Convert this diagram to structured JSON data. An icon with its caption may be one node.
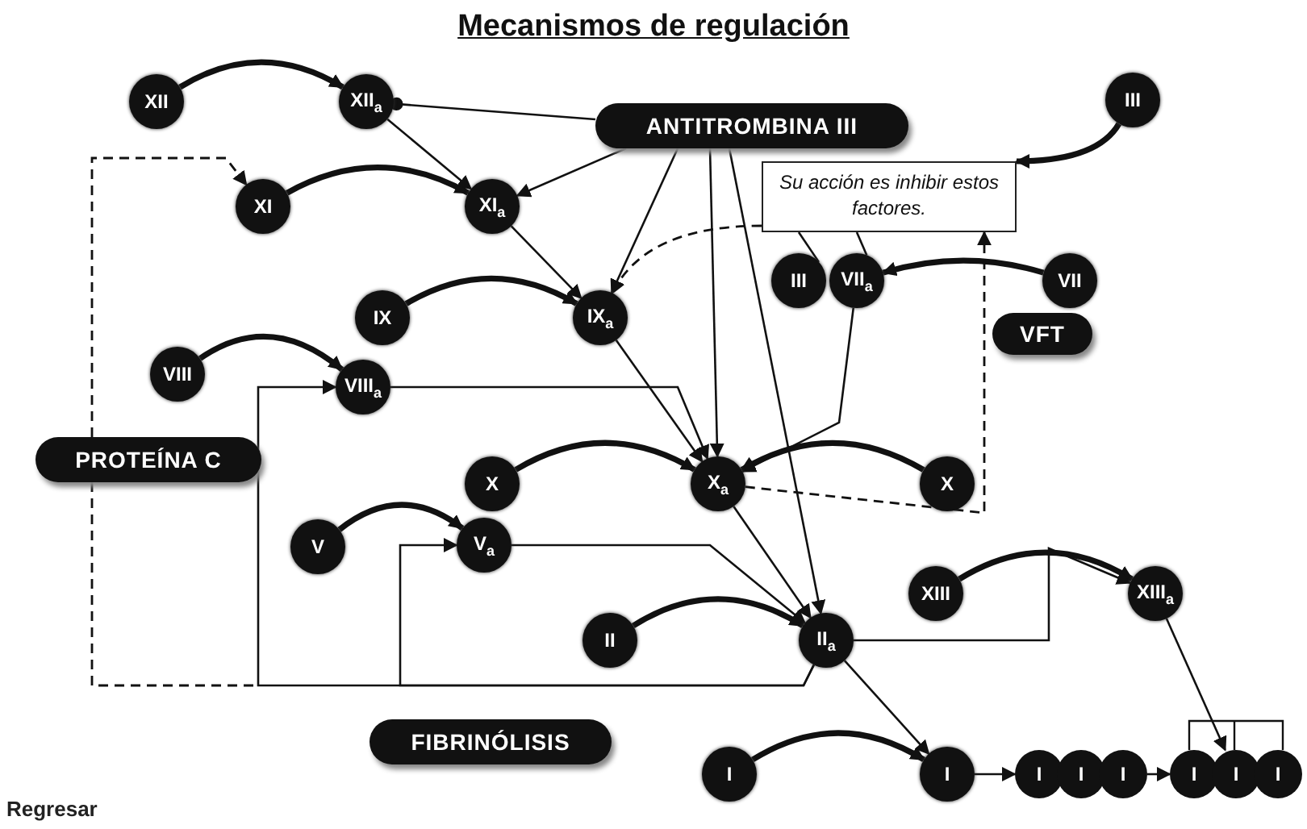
{
  "diagram": {
    "title": "Mecanismos de regulación",
    "nodes": [
      {
        "text": [
          "XII"
        ]
      },
      {
        "text": [
          "XII$_{a}$"
        ]
      },
      {
        "text": [
          "ANTITROMBINA III"
        ]
      },
      {
        "text": [
          "XI"
        ]
      },
      {
        "text": [
          "XI$_{a}$"
        ]
      },
      {
        "text": [
          "Su acción es inhibir estos factores."
        ]
      },
      {
        "text": [
          "III"
        ]
      },
      {
        "text": [
          "IX"
        ]
      },
      {
        "text": [
          "IX$_{a}$"
        ]
      },
      {
        "text": [
          "III"
        ]
      },
      {
        "text": [
          "VII$_{a}$"
        ]
      },
      {
        "text": [
          "VII"
        ]
      },
      {
        "text": [
          "VFT"
        ]
      },
      {
        "text": [
          "VIII"
        ]
      },
      {
        "text": [
          "VIII$_{a}$"
        ]
      },
      {
        "text": [
          "PROTEÍNA C"
        ]
      },
      {
        "text": [
          "X"
        ]
      },
      {
        "text": [
          "X$_{a}$"
        ]
      },
      {
        "text": [
          "X"
        ]
      },
      {
        "text": [
          "V"
        ]
      },
      {
        "text": [
          "V$_{a}$"
        ]
      },
      {
        "text": [
          "XIII"
        ]
      },
      {
        "text": [
          "XIII$_{a}$"
        ]
      },
      {
        "text": [
          "II"
        ]
      },
      {
        "text": [
          "II$_{a}$"
        ]
      },
      {
        "text": [
          "FIBRINÓLISIS"
        ]
      },
      {
        "text": [
          "I"
        ]
      },
      {
        "text": [
          "I"
        ]
      },
      {
        "text": [
          "I",
          "I",
          "I"
        ]
      },
      {
        "text": [
          "I",
          "I",
          "I"
        ]
      }
    ],
    "edges": [
      {
        "from": 0,
        "to": 1,
        "arrow": "to",
        "style": "thick"
      },
      {
        "from": 3,
        "to": 4,
        "arrow": "to",
        "style": "thick"
      },
      {
        "from": 7,
        "to": 8,
        "arrow": "to",
        "style": "thick"
      },
      {
        "from": 13,
        "to": 14,
        "arrow": "to",
        "style": "thick"
      },
      {
        "from": 16,
        "to": 17,
        "arrow": "to",
        "style": "thick"
      },
      {
        "from": 18,
        "to": 17,
        "arrow": "to",
        "style": "thick"
      },
      {
        "from": 19,
        "to": 20,
        "arrow": "to",
        "style": "thick"
      },
      {
        "from": 23,
        "to": 24,
        "arrow": "to",
        "style": "thick"
      },
      {
        "from": 21,
        "to": 22,
        "arrow": "to",
        "style": "thick"
      },
      {
        "from": 26,
        "to": 27,
        "arrow": "to",
        "style": "thick"
      },
      {
        "from": 11,
        "to": 10,
        "arrow": "to",
        "style": "thick"
      },
      {
        "from": 6,
        "to": 5,
        "arrow": "to",
        "style": "thick"
      },
      {
        "from": 2,
        "to": 1,
        "arrow": "other"
      },
      {
        "from": 2,
        "to": 4,
        "arrow": "to"
      },
      {
        "from": 2,
        "to": 8,
        "arrow": "to"
      },
      {
        "from": 2,
        "to": 17,
        "arrow": "to"
      },
      {
        "from": 2,
        "to": 24,
        "arrow": "to"
      },
      {
        "from": 1,
        "to": 4,
        "arrow": "to"
      },
      {
        "from": 4,
        "to": 8,
        "arrow": "to"
      },
      {
        "from": 8,
        "to": 17,
        "arrow": "to"
      },
      {
        "from": 14,
        "to": 17,
        "arrow": "to"
      },
      {
        "from": 10,
        "to": 17,
        "arrow": "to"
      },
      {
        "from": 17,
        "to": 24,
        "arrow": "to"
      },
      {
        "from": 20,
        "to": 24,
        "arrow": "to"
      },
      {
        "from": 24,
        "to": 22,
        "arrow": "to"
      },
      {
        "from": 24,
        "to": 14,
        "arrow": "to"
      },
      {
        "from": 24,
        "to": 20,
        "arrow": "to"
      },
      {
        "from": 24,
        "to": 27,
        "arrow": "to"
      },
      {
        "from": 22,
        "to": 29,
        "arrow": "to"
      },
      {
        "from": 27,
        "to": 28,
        "arrow": "to"
      },
      {
        "from": 28,
        "to": 29,
        "arrow": "to"
      },
      {
        "from": 5,
        "to": 8,
        "arrow": "to",
        "style": "dashed"
      },
      {
        "from": 15,
        "to": 3,
        "arrow": "to",
        "style": "dashed"
      },
      {
        "from": 17,
        "to": 5,
        "arrow": "to",
        "style": "dashed"
      },
      {
        "from": 15,
        "to": null,
        "arrow": "none",
        "style": "dashed"
      },
      {
        "from": 5,
        "to": 9,
        "arrow": "none"
      },
      {
        "from": 5,
        "to": 10,
        "arrow": "none"
      }
    ],
    "labels": [
      "Regresar"
    ]
  }
}
